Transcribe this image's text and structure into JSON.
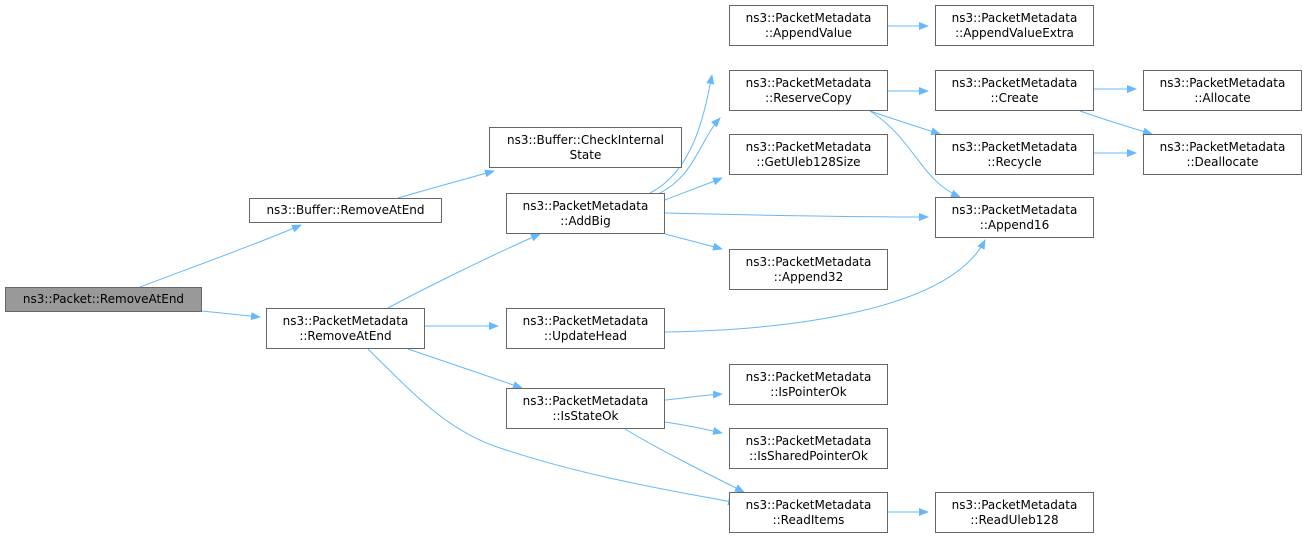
{
  "graph": {
    "nodes": [
      {
        "id": "root",
        "lines": [
          "ns3::Packet::RemoveAtEnd"
        ],
        "current": true
      },
      {
        "id": "buf_remove",
        "lines": [
          "ns3::Buffer::RemoveAtEnd"
        ]
      },
      {
        "id": "buf_check",
        "lines": [
          "ns3::Buffer::CheckInternal",
          "State"
        ]
      },
      {
        "id": "pm_remove",
        "lines": [
          "ns3::PacketMetadata",
          "::RemoveAtEnd"
        ]
      },
      {
        "id": "pm_addbig",
        "lines": [
          "ns3::PacketMetadata",
          "::AddBig"
        ]
      },
      {
        "id": "pm_updatehead",
        "lines": [
          "ns3::PacketMetadata",
          "::UpdateHead"
        ]
      },
      {
        "id": "pm_isstateok",
        "lines": [
          "ns3::PacketMetadata",
          "::IsStateOk"
        ]
      },
      {
        "id": "pm_appendvalue",
        "lines": [
          "ns3::PacketMetadata",
          "::AppendValue"
        ]
      },
      {
        "id": "pm_reservecopy",
        "lines": [
          "ns3::PacketMetadata",
          "::ReserveCopy"
        ]
      },
      {
        "id": "pm_getuleb",
        "lines": [
          "ns3::PacketMetadata",
          "::GetUleb128Size"
        ]
      },
      {
        "id": "pm_append32",
        "lines": [
          "ns3::PacketMetadata",
          "::Append32"
        ]
      },
      {
        "id": "pm_ispointerok",
        "lines": [
          "ns3::PacketMetadata",
          "::IsPointerOk"
        ]
      },
      {
        "id": "pm_issharedok",
        "lines": [
          "ns3::PacketMetadata",
          "::IsSharedPointerOk"
        ]
      },
      {
        "id": "pm_readitems",
        "lines": [
          "ns3::PacketMetadata",
          "::ReadItems"
        ]
      },
      {
        "id": "pm_appendvalueextra",
        "lines": [
          "ns3::PacketMetadata",
          "::AppendValueExtra"
        ]
      },
      {
        "id": "pm_create",
        "lines": [
          "ns3::PacketMetadata",
          "::Create"
        ]
      },
      {
        "id": "pm_recycle",
        "lines": [
          "ns3::PacketMetadata",
          "::Recycle"
        ]
      },
      {
        "id": "pm_append16",
        "lines": [
          "ns3::PacketMetadata",
          "::Append16"
        ]
      },
      {
        "id": "pm_readuleb",
        "lines": [
          "ns3::PacketMetadata",
          "::ReadUleb128"
        ]
      },
      {
        "id": "pm_allocate",
        "lines": [
          "ns3::PacketMetadata",
          "::Allocate"
        ]
      },
      {
        "id": "pm_deallocate",
        "lines": [
          "ns3::PacketMetadata",
          "::Deallocate"
        ]
      }
    ],
    "edges": [
      [
        "root",
        "buf_remove"
      ],
      [
        "root",
        "pm_remove"
      ],
      [
        "buf_remove",
        "buf_check"
      ],
      [
        "pm_remove",
        "pm_addbig"
      ],
      [
        "pm_remove",
        "pm_updatehead"
      ],
      [
        "pm_remove",
        "pm_isstateok"
      ],
      [
        "pm_remove",
        "pm_readitems"
      ],
      [
        "pm_addbig",
        "pm_appendvalue"
      ],
      [
        "pm_addbig",
        "pm_reservecopy"
      ],
      [
        "pm_addbig",
        "pm_getuleb"
      ],
      [
        "pm_addbig",
        "pm_append16"
      ],
      [
        "pm_addbig",
        "pm_append32"
      ],
      [
        "pm_updatehead",
        "pm_append16"
      ],
      [
        "pm_isstateok",
        "pm_ispointerok"
      ],
      [
        "pm_isstateok",
        "pm_issharedok"
      ],
      [
        "pm_isstateok",
        "pm_readitems"
      ],
      [
        "pm_appendvalue",
        "pm_appendvalueextra"
      ],
      [
        "pm_reservecopy",
        "pm_create"
      ],
      [
        "pm_reservecopy",
        "pm_recycle"
      ],
      [
        "pm_reservecopy",
        "pm_append16"
      ],
      [
        "pm_create",
        "pm_allocate"
      ],
      [
        "pm_create",
        "pm_deallocate"
      ],
      [
        "pm_recycle",
        "pm_deallocate"
      ],
      [
        "pm_readitems",
        "pm_readuleb"
      ]
    ],
    "colors": {
      "edge": "#63b8ff",
      "node_border": "#666666",
      "current_fill": "#999999"
    }
  }
}
